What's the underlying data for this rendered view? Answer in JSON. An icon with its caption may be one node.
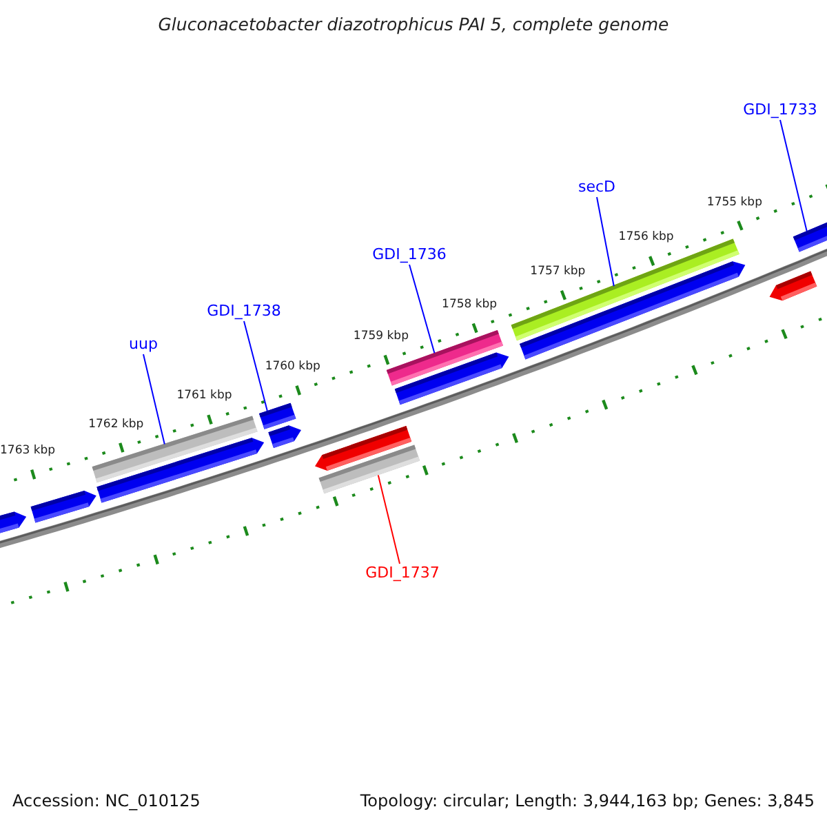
{
  "diagram": {
    "title": "Gluconacetobacter diazotrophicus PAI 5, complete genome",
    "nodes": [
      {
        "text": [
          "GDI_1733"
        ]
      },
      {
        "text": [
          "secD"
        ]
      },
      {
        "text": [
          "GDI_1736"
        ]
      },
      {
        "text": [
          "GDI_1738"
        ]
      },
      {
        "text": [
          "uup"
        ]
      },
      {
        "text": [
          "GDI_1737"
        ]
      },
      {
        "text": [],
        "shape": "arrow"
      },
      {
        "text": [],
        "shape": "arrow"
      },
      {
        "text": [],
        "shape": "bar"
      },
      {
        "text": [],
        "shape": "arrow"
      },
      {
        "text": [],
        "shape": "bar"
      },
      {
        "text": [],
        "shape": "arrow"
      },
      {
        "text": [],
        "shape": "arrow"
      },
      {
        "text": [],
        "shape": "bar"
      },
      {
        "text": [],
        "shape": "bar"
      },
      {
        "text": [],
        "shape": "arrow"
      },
      {
        "text": [],
        "shape": "bar"
      },
      {
        "text": [],
        "shape": "arrow"
      },
      {
        "text": [],
        "shape": "arrow"
      },
      {
        "text": [],
        "shape": "bar"
      }
    ],
    "edges": [
      {
        "from": 0,
        "to": 19,
        "arrow": "none"
      },
      {
        "from": 1,
        "to": 16,
        "arrow": "none"
      },
      {
        "from": 2,
        "to": 14,
        "arrow": "none"
      },
      {
        "from": 3,
        "to": 10,
        "arrow": "none"
      },
      {
        "from": 4,
        "to": 8,
        "arrow": "none"
      },
      {
        "from": 5,
        "to": 13,
        "arrow": "none",
        "color": "#ff0000"
      }
    ],
    "labels": [
      "1755 kbp",
      "1756 kbp",
      "1757 kbp",
      "1758 kbp",
      "1759 kbp",
      "1760 kbp",
      "1761 kbp",
      "1762 kbp",
      "1763 kbp",
      "Accession: NC_010125",
      "Topology: circular; Length: 3,944,163 bp; Genes: 3,845"
    ]
  }
}
